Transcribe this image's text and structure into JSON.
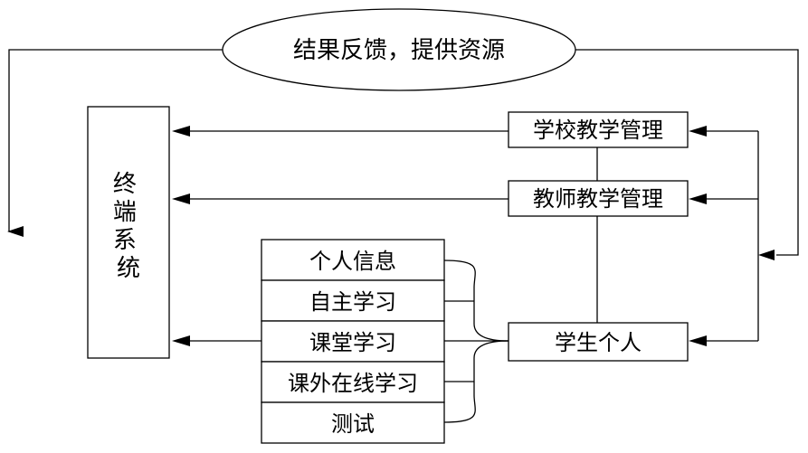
{
  "feedback": {
    "label": "结果反馈，提供资源"
  },
  "terminal": {
    "label": "终端系统"
  },
  "management": {
    "school": "学校教学管理",
    "teacher": "教师教学管理",
    "student": "学生个人"
  },
  "modules": [
    "个人信息",
    "自主学习",
    "课堂学习",
    "课外在线学习",
    "测试"
  ]
}
